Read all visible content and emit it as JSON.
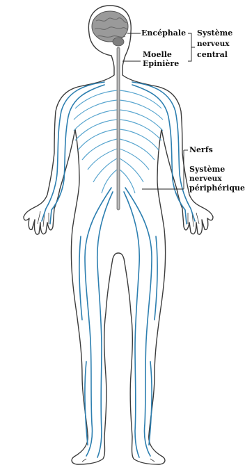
{
  "labels": {
    "encephale": "Encéphale",
    "moelle_line1": "Moelle",
    "moelle_line2": "Epinière",
    "snc_line1": "Système",
    "snc_line2": "nerveux",
    "snc_line3": "central",
    "nerfs": "Nerfs",
    "snp_line1": "Système",
    "snp_line2": "nerveux",
    "snp_line3": "périphérique"
  },
  "colors": {
    "outline": "#3c3c3c",
    "nerve": "#2d7fb0",
    "nerve_light": "#5aa6cf",
    "brain": "#9a9a9a",
    "spine": "#8f8f8f",
    "body_fill": "#ffffff"
  }
}
